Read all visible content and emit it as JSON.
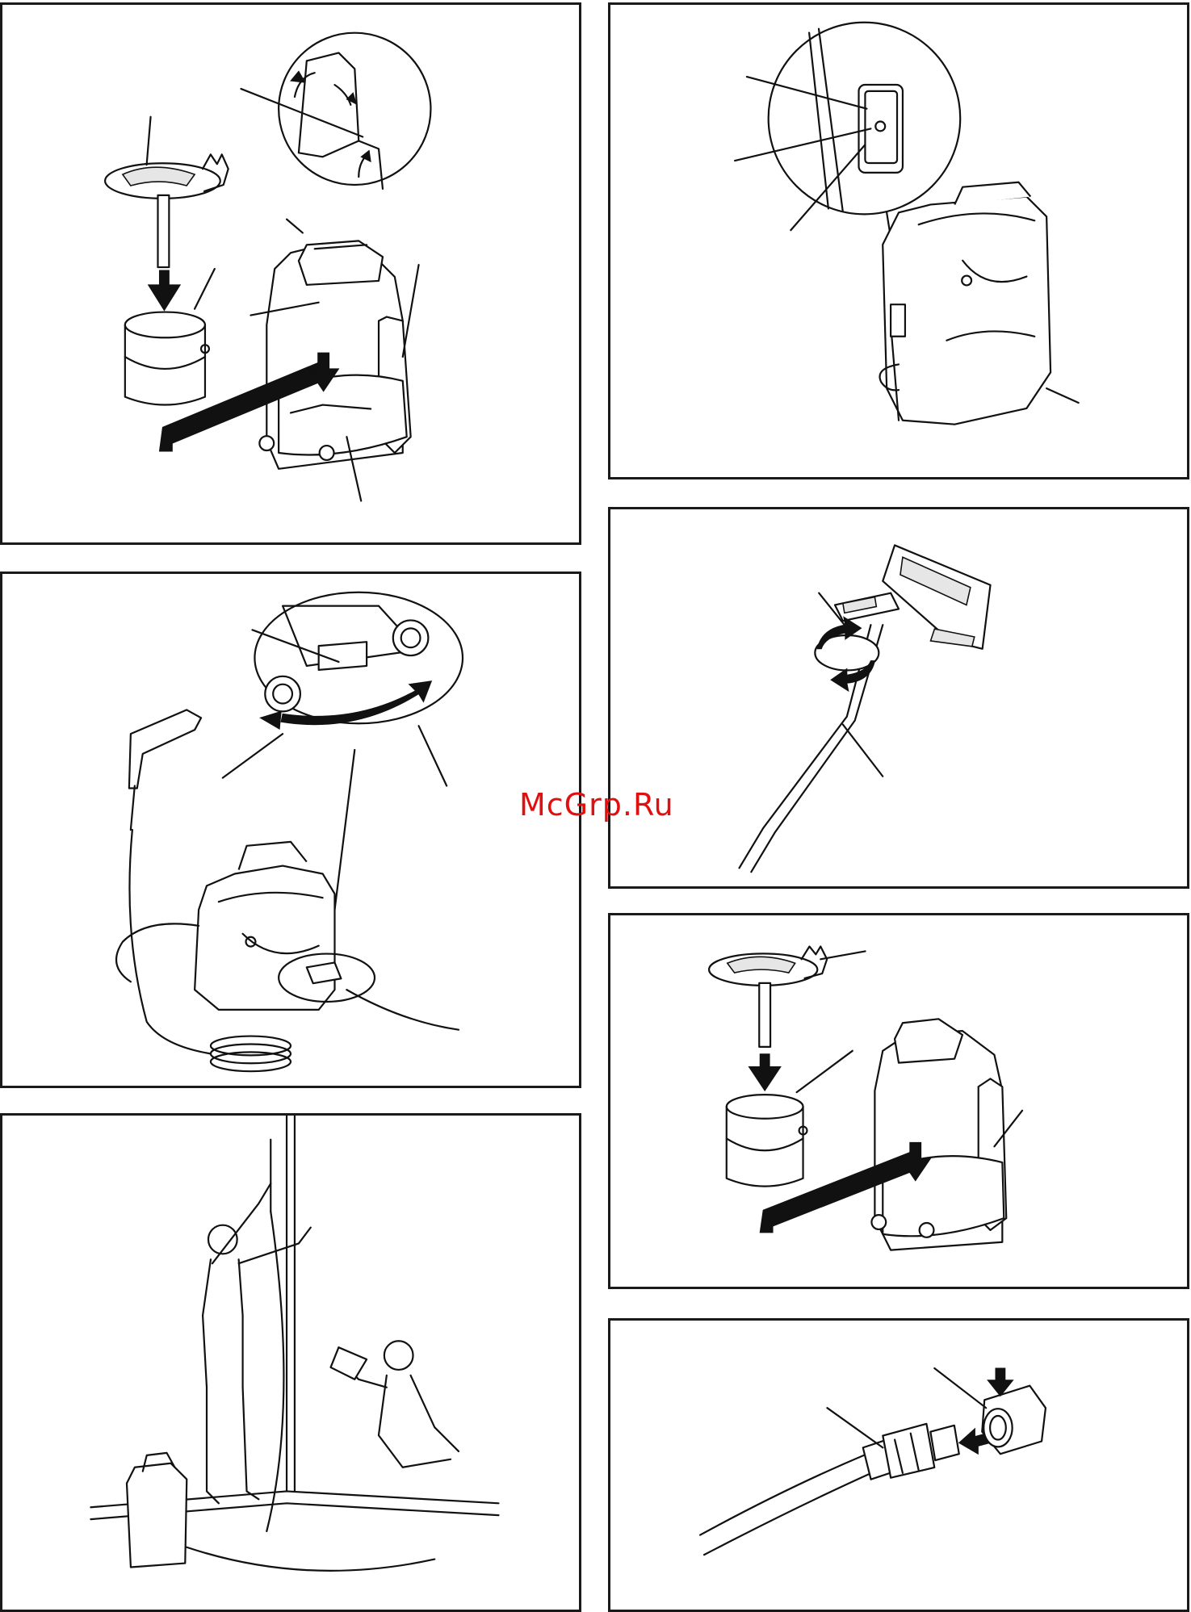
{
  "watermark": {
    "text": "McGrp.Ru",
    "color": "#e01010"
  },
  "panels": [
    {
      "id": "fill-tank"
    },
    {
      "id": "power-switch"
    },
    {
      "id": "hose-connection"
    },
    {
      "id": "roller-rotation"
    },
    {
      "id": "painting-scene"
    },
    {
      "id": "refill-tank"
    },
    {
      "id": "hose-coupling"
    }
  ]
}
